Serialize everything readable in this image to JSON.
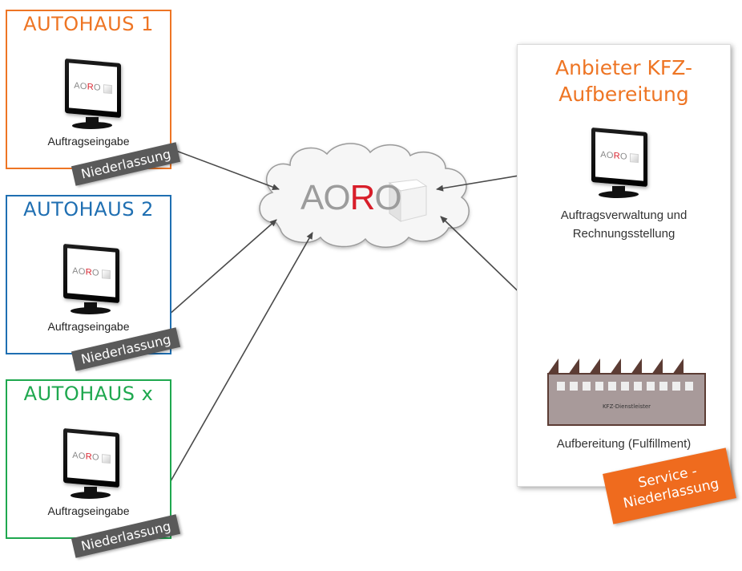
{
  "dealers": [
    {
      "title": "AUTOHAUS 1",
      "color": "#ee7524",
      "order_label": "Auftragseingabe",
      "tag": "Niederlassung"
    },
    {
      "title": "AUTOHAUS 2",
      "color": "#1f6fb2",
      "order_label": "Auftragseingabe",
      "tag": "Niederlassung"
    },
    {
      "title": "AUTOHAUS x",
      "color": "#1fa84f",
      "order_label": "Auftragseingabe",
      "tag": "Niederlassung"
    }
  ],
  "cloud": {
    "logo_a": "A",
    "logo_o1": "O",
    "logo_r": "R",
    "logo_o2": "O"
  },
  "monitor_logo": {
    "a": "AO",
    "r": "R",
    "o": "O"
  },
  "provider": {
    "title_line1": "Anbieter KFZ-",
    "title_line2": "Aufbereitung",
    "management_line1": "Auftragsverwaltung und",
    "management_line2": "Rechnungsstellung",
    "factory_label": "KFZ-Dienstleister",
    "fulfillment_label": "Aufbereitung (Fulfillment)",
    "service_tag_line1": "Service -",
    "service_tag_line2": "Niederlassung"
  },
  "colors": {
    "accent_orange": "#ee7524",
    "aoro_red": "#d81e2a",
    "tag_gray": "#5a5a5a",
    "factory_brown": "#5c3c34"
  }
}
